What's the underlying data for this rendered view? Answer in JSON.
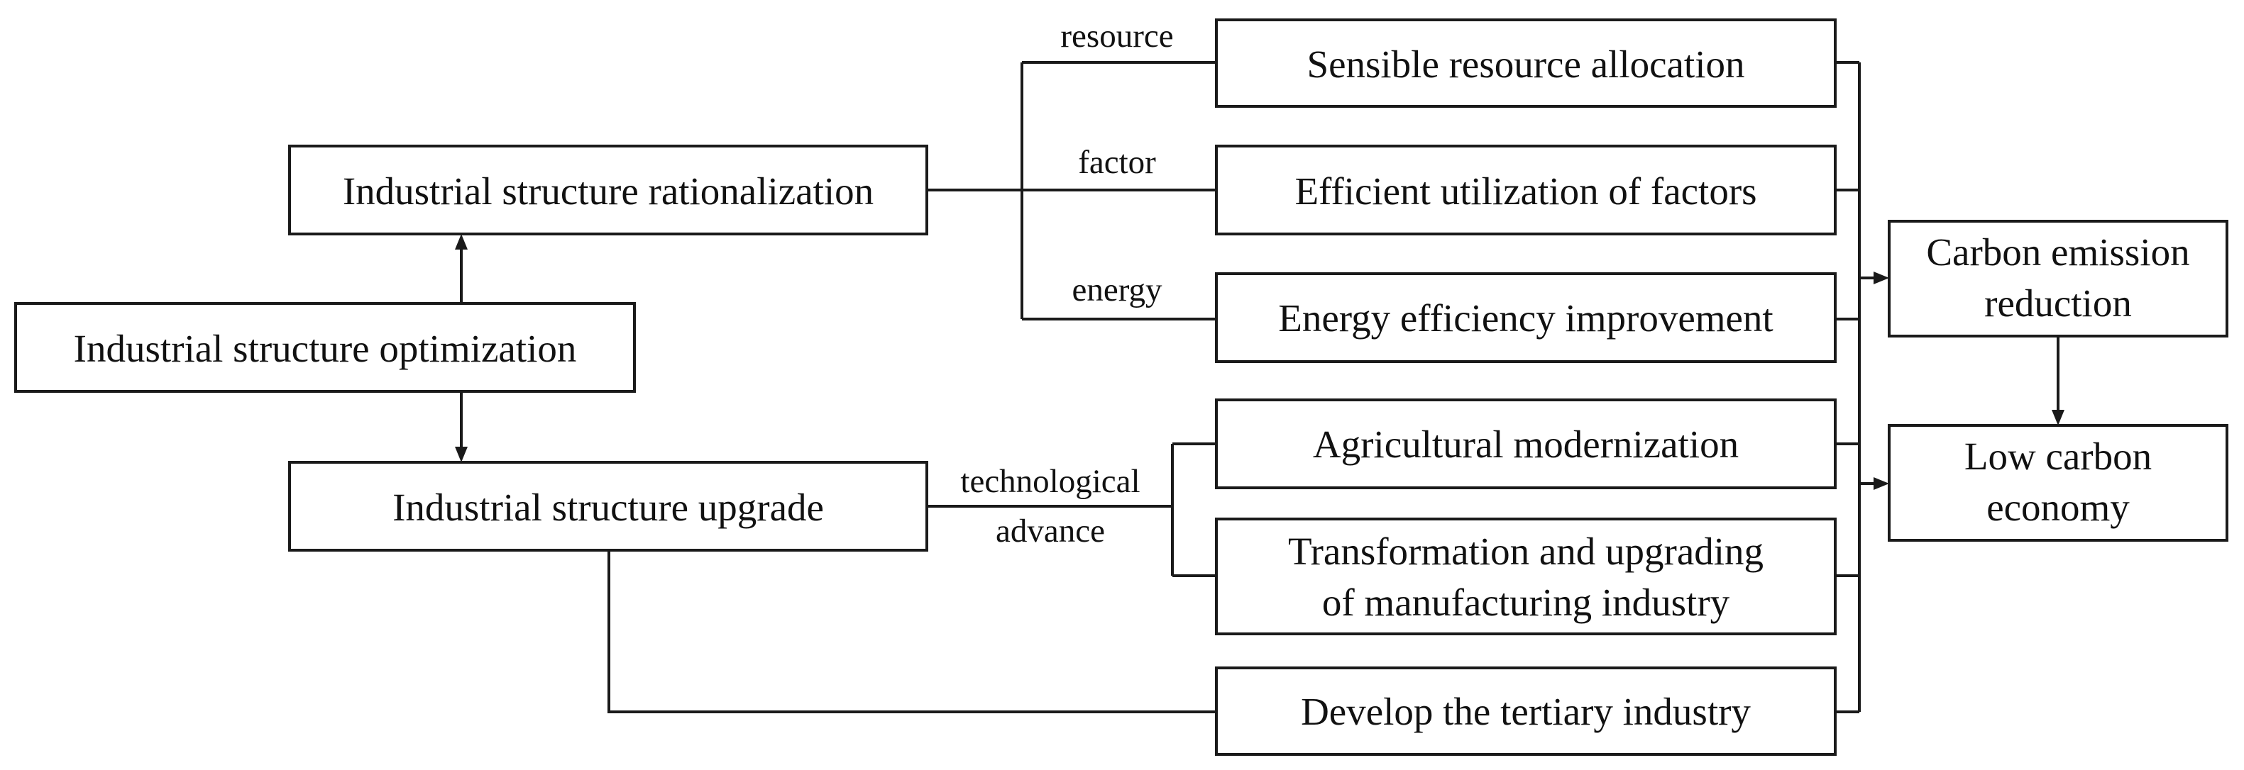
{
  "diagram": {
    "nodes": {
      "optimization": {
        "lines": [
          "Industrial structure optimization"
        ]
      },
      "rationalization": {
        "lines": [
          "Industrial structure rationalization"
        ]
      },
      "upgrade": {
        "lines": [
          "Industrial structure upgrade"
        ]
      },
      "resource_allocation": {
        "lines": [
          "Sensible resource allocation"
        ]
      },
      "factor_utilization": {
        "lines": [
          "Efficient utilization of factors"
        ]
      },
      "energy_efficiency": {
        "lines": [
          "Energy efficiency improvement"
        ]
      },
      "agri_modernization": {
        "lines": [
          "Agricultural modernization"
        ]
      },
      "manufacturing_upgrade": {
        "lines": [
          "Transformation and upgrading",
          "of manufacturing industry"
        ]
      },
      "tertiary_industry": {
        "lines": [
          "Develop the tertiary industry"
        ]
      },
      "carbon_reduction": {
        "lines": [
          "Carbon emission",
          "reduction"
        ]
      },
      "low_carbon": {
        "lines": [
          "Low carbon",
          "economy"
        ]
      }
    },
    "edge_labels": {
      "resource": "resource",
      "factor": "factor",
      "energy": "energy",
      "tech_line1": "technological",
      "tech_line2": "advance"
    }
  }
}
